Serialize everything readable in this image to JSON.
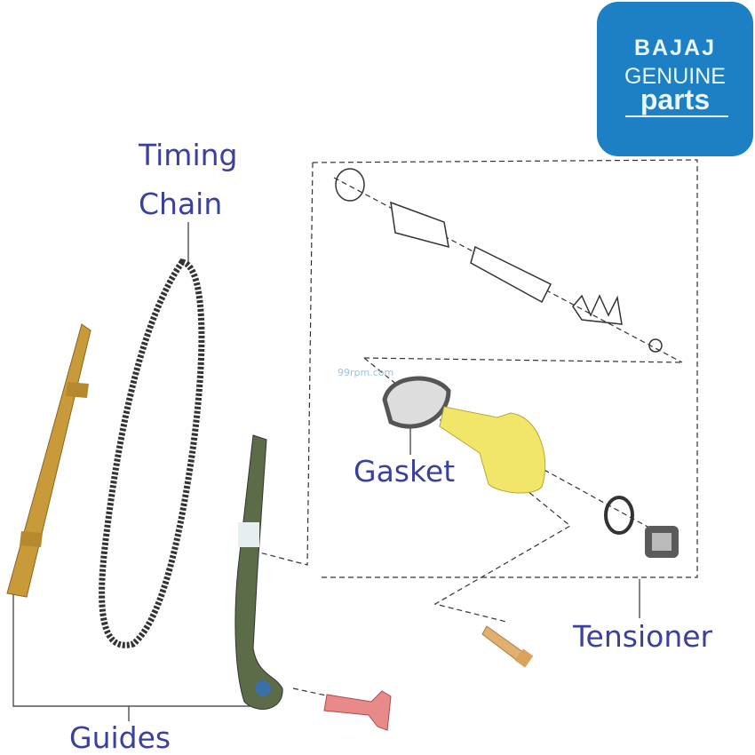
{
  "labels": {
    "timing_chain_line1": "Timing",
    "timing_chain_line2": "Chain",
    "gasket": "Gasket",
    "tensioner": "Tensioner",
    "guides": "Guides"
  },
  "logo": {
    "line1": "BAJAJ",
    "line2": "GENUINE",
    "line3": "parts",
    "color": "#1d7fc4"
  },
  "watermark": "99rpm.com",
  "colors": {
    "label": "#3b3f9e",
    "guide_left": "#c89a3a",
    "guide_right": "#4b5a3a",
    "tensioner_body": "#f2e66a",
    "bolt_red": "#e88a8a"
  }
}
